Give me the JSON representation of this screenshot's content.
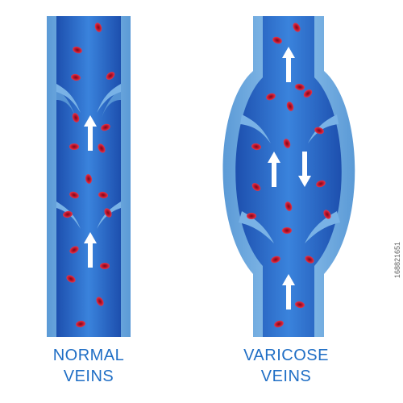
{
  "labels": {
    "normal": {
      "line1": "NORMAL",
      "line2": "VEINS"
    },
    "varicose": {
      "line1": "VARICOSE",
      "line2": "VEINS"
    }
  },
  "stock_id": "168821651",
  "colors": {
    "vein_wall": "#6aa6dc",
    "vein_wall_light": "#8dc0ea",
    "lumen_dark": "#1f56b8",
    "lumen_mid": "#2f72d2",
    "lumen_light": "#4a8fe2",
    "blood_cell": "#c0162e",
    "blood_cell_dark": "#8a0c1e",
    "arrow": "#ffffff",
    "caption": "#1f6ec5"
  }
}
